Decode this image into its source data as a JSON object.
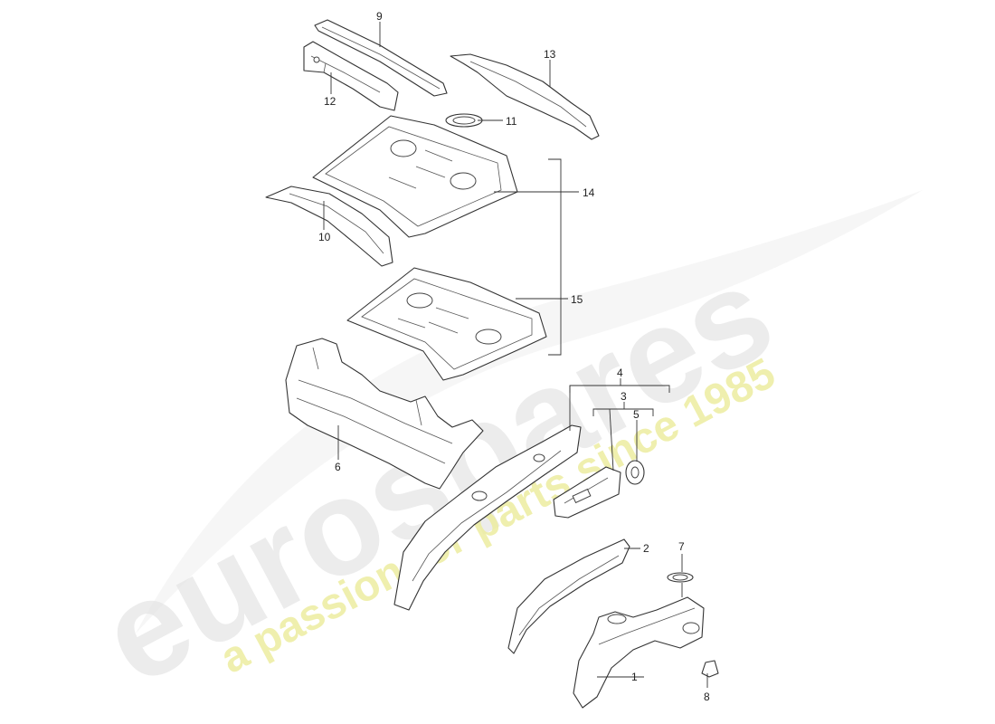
{
  "callouts": {
    "c1": "1",
    "c2": "2",
    "c3": "3",
    "c4": "4",
    "c5": "5",
    "c6": "6",
    "c7": "7",
    "c8": "8",
    "c9": "9",
    "c10": "10",
    "c11": "11",
    "c12": "12",
    "c13": "13",
    "c14": "14",
    "c15": "15"
  },
  "watermark": {
    "brand": "eurospares",
    "tagline": "a passion for parts since 1985",
    "brand_color": "#e6e6e6",
    "tagline_color": "#eeee99"
  }
}
